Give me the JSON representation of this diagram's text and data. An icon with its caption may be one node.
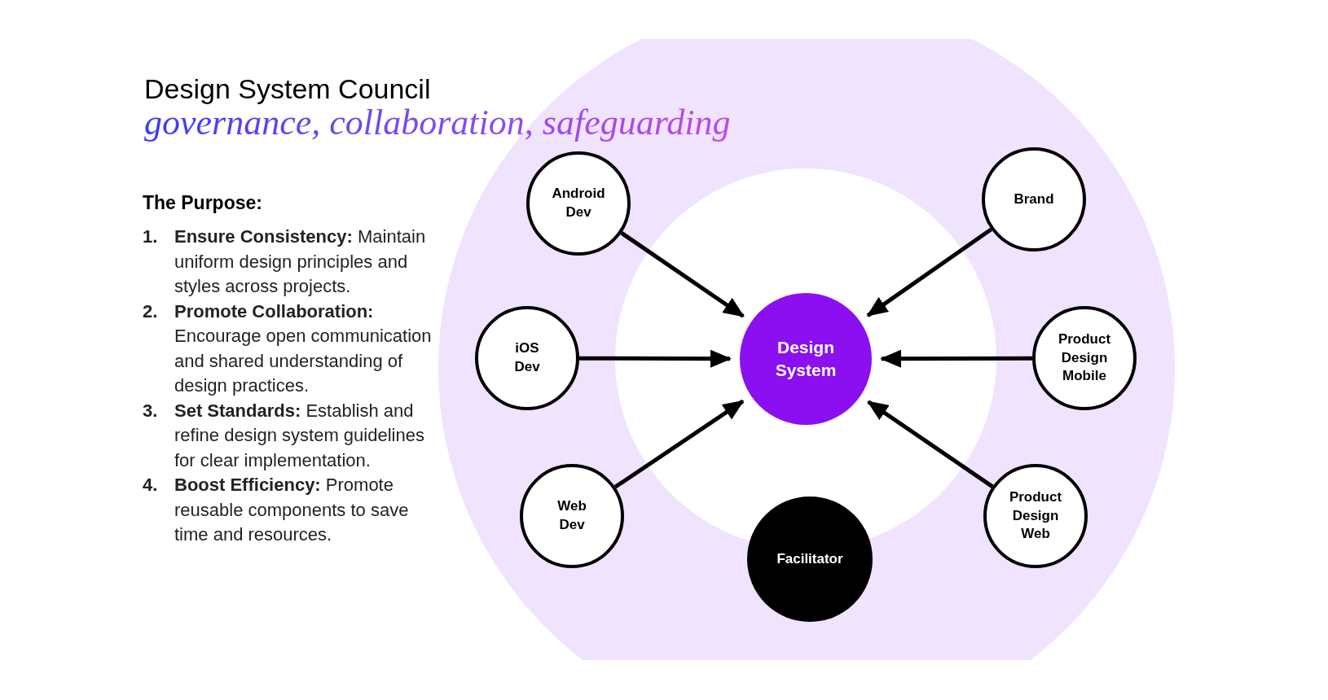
{
  "diagram": {
    "title": "Design System Council",
    "nodes": [
      {
        "text": [
          "Android Dev"
        ]
      },
      {
        "text": [
          "Brand"
        ]
      },
      {
        "text": [
          "iOS Dev"
        ]
      },
      {
        "text": [
          "Design System"
        ]
      },
      {
        "text": [
          "Product Design Mobile"
        ]
      },
      {
        "text": [
          "Web Dev"
        ]
      },
      {
        "text": [
          "Facilitator"
        ]
      },
      {
        "text": [
          "Product Design Web"
        ]
      }
    ],
    "edges": [
      {
        "from": 0,
        "to": 3,
        "arrow": "to"
      },
      {
        "from": 1,
        "to": 3,
        "arrow": "to"
      },
      {
        "from": 2,
        "to": 3,
        "arrow": "to"
      },
      {
        "from": 4,
        "to": 3,
        "arrow": "to"
      },
      {
        "from": 5,
        "to": 3,
        "arrow": "to"
      },
      {
        "from": 7,
        "to": 3,
        "arrow": "to"
      }
    ],
    "labels": [
      "governance, collaboration, safeguarding",
      "The Purpose:",
      "1.",
      "**Ensure Consistency:** Maintain uniform design principles and styles across projects.",
      "2.",
      "**Promote Collaboration:** Encourage open communication and shared understanding of design practices.",
      "3.",
      "**Set Standards:** Establish and refine design system guidelines for clear implementation.",
      "4.",
      "**Boost Efficiency:** Promote reusable components to save time and resources."
    ]
  }
}
